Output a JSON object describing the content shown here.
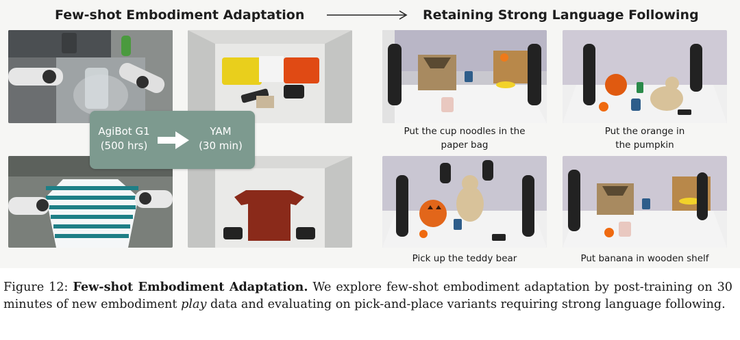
{
  "figure": {
    "left_heading": "Few-shot Embodiment Adaptation",
    "right_heading": "Retaining Strong Language Following",
    "card": {
      "source_name": "AgiBot G1",
      "source_amount": "(500 hrs)",
      "target_name": "YAM",
      "target_amount": "(30 min)",
      "accent_color": "#7d9a8f"
    },
    "task_captions": [
      {
        "line1": "Put the cup noodles in the",
        "line2": "paper bag"
      },
      {
        "line1": "Put the orange in",
        "line2": "the pumpkin"
      },
      {
        "line1": "Pick up the teddy bear",
        "line2": ""
      },
      {
        "line1": "Put banana in wooden shelf",
        "line2": ""
      }
    ]
  },
  "caption": {
    "label": "Figure 12:",
    "bold_title": "Few-shot Embodiment Adaptation.",
    "text_before": "We explore few-shot embodiment adaptation by post-training on 30 minutes of new embodiment",
    "italic_word": "play",
    "text_after": "data and evaluating on pick-and-place variants requiring strong language following."
  }
}
